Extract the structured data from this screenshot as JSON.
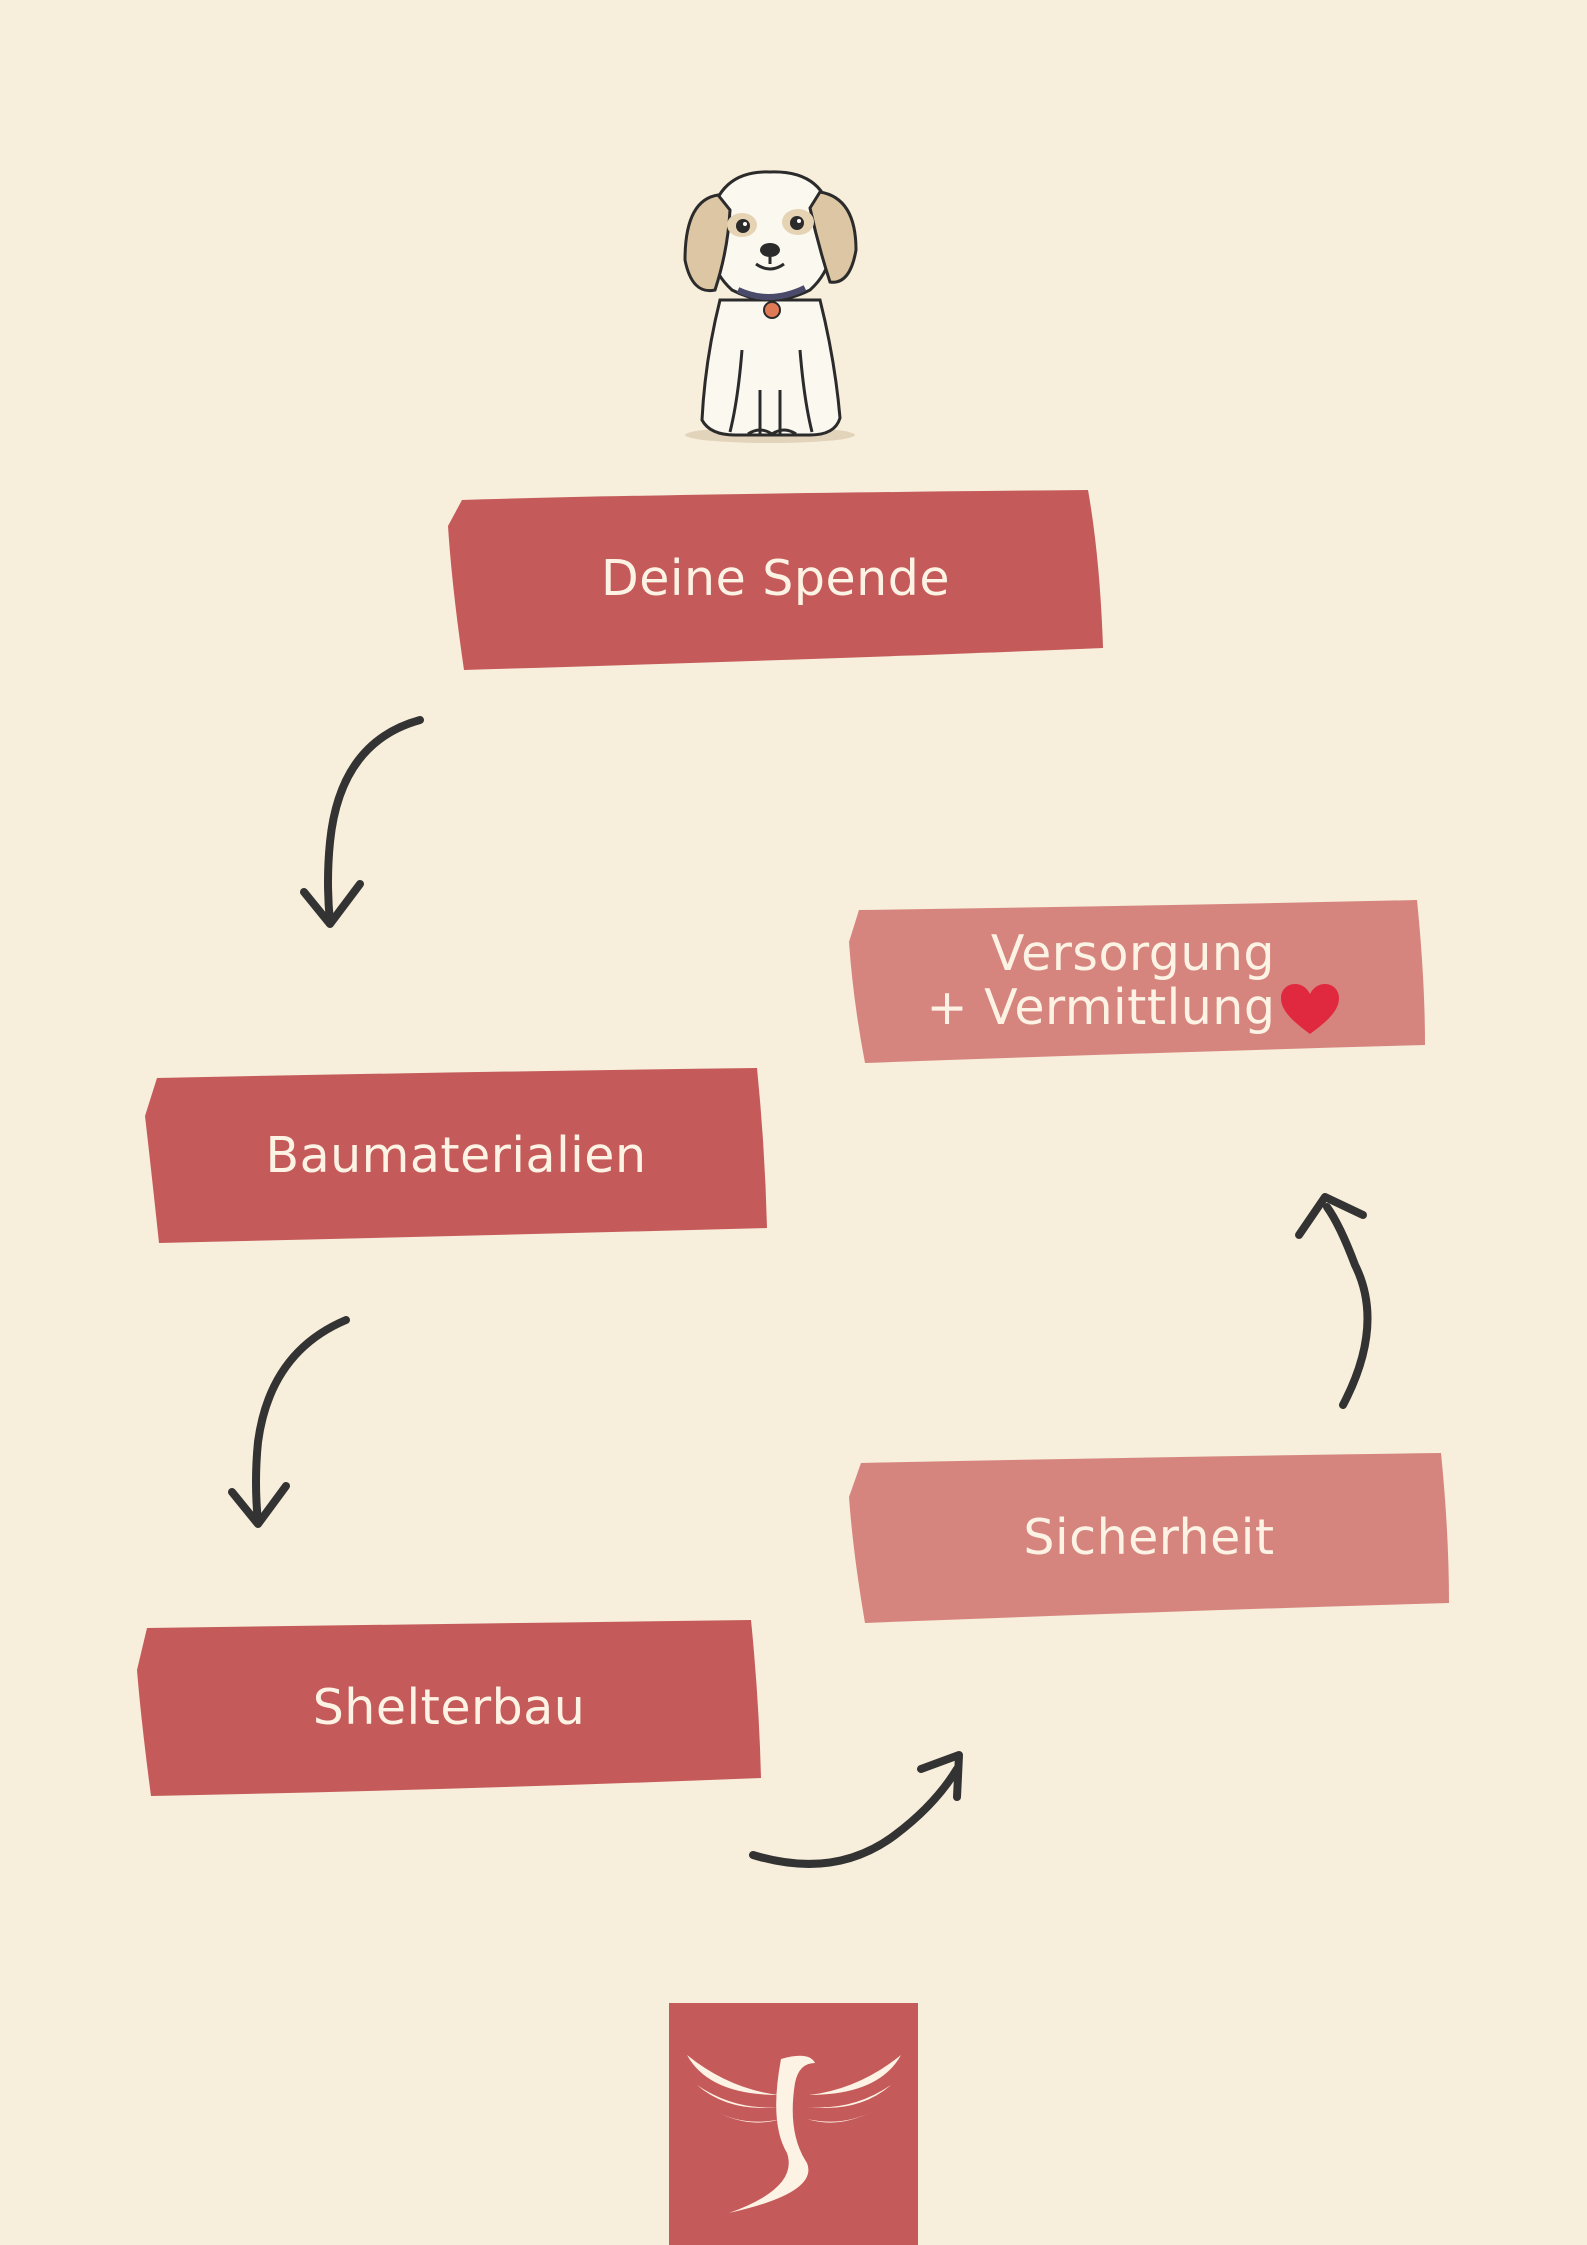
{
  "colors": {
    "background": "#f7eedb",
    "box_dark": "#c55a5a",
    "box_light": "#d6857e",
    "text": "#fdf3e4",
    "arrow": "#333333",
    "heart": "#e0293f",
    "logo_bg": "#c55a5a"
  },
  "steps": [
    {
      "label": "Deine Spende"
    },
    {
      "label": "Baumaterialien"
    },
    {
      "label": "Shelterbau"
    },
    {
      "label": "Sicherheit"
    },
    {
      "label_line1": "Versorgung",
      "label_line2": "+ Vermittlung",
      "icon": "heart-icon"
    }
  ],
  "illustration": "puppy-illustration",
  "logo": "bird-logo"
}
